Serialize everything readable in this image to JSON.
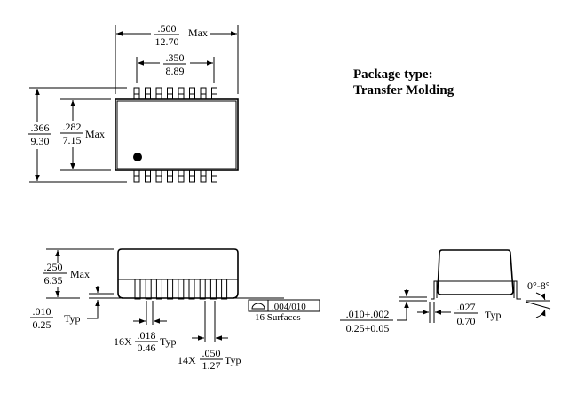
{
  "package": {
    "line1": "Package type:",
    "line2": "Transfer Molding"
  },
  "top_view": {
    "width_in": ".500",
    "width_mm": "12.70",
    "width_note": "Max",
    "pin_span_in": ".350",
    "pin_span_mm": "8.89",
    "overall_height_in": ".366",
    "overall_height_mm": "9.30",
    "body_height_in": ".282",
    "body_height_mm": "7.15",
    "body_height_note": "Max",
    "pins_per_side": 8
  },
  "side_view": {
    "height_in": ".250",
    "height_mm": "6.35",
    "height_note": "Max",
    "standoff_in": ".010",
    "standoff_mm": "0.25",
    "standoff_note": "Typ",
    "lead_width_prefix": "16X",
    "lead_width_in": ".018",
    "lead_width_mm": "0.46",
    "lead_width_note": "Typ",
    "pitch_prefix": "14X",
    "pitch_in": ".050",
    "pitch_mm": "1.27",
    "pitch_note": "Typ",
    "flatness_value": ".004/010",
    "flatness_note": "16 Surfaces"
  },
  "end_view": {
    "thickness_in": ".010+.002",
    "thickness_mm": "0.25+0.05",
    "foot_in": ".027",
    "foot_mm": "0.70",
    "foot_note": "Typ",
    "angle": "0°-8°"
  }
}
